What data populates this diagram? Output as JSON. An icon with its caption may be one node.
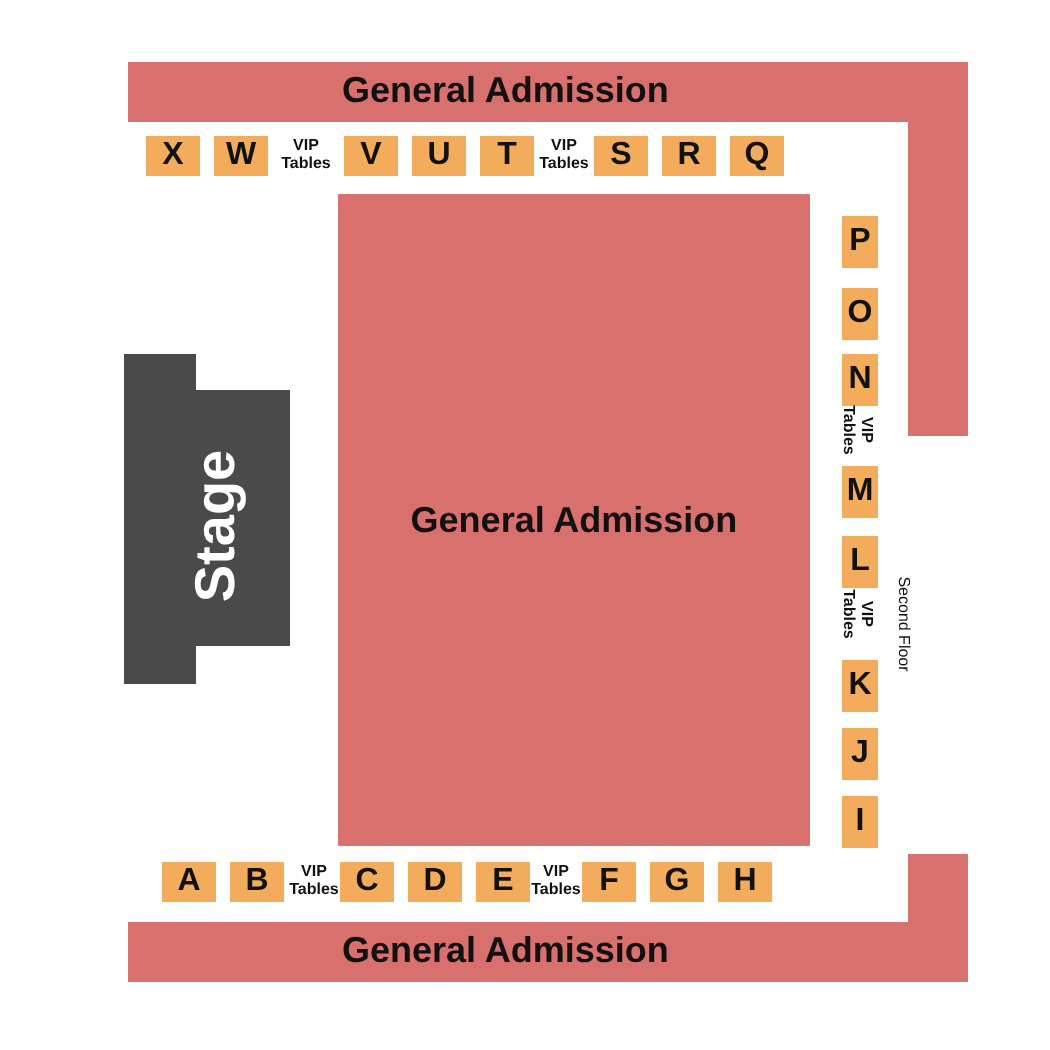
{
  "diagram": {
    "nodes": [
      {
        "text": [
          "General Admission"
        ]
      },
      {
        "text": [
          "X"
        ]
      },
      {
        "text": [
          "W"
        ]
      },
      {
        "text": [
          "V"
        ]
      },
      {
        "text": [
          "U"
        ]
      },
      {
        "text": [
          "T"
        ]
      },
      {
        "text": [
          "S"
        ]
      },
      {
        "text": [
          "R"
        ]
      },
      {
        "text": [
          "Q"
        ]
      },
      {
        "text": [
          "P"
        ]
      },
      {
        "text": [
          "O"
        ]
      },
      {
        "text": [
          "N"
        ]
      },
      {
        "text": [
          "M"
        ]
      },
      {
        "text": [
          "L"
        ]
      },
      {
        "text": [
          "K"
        ]
      },
      {
        "text": [
          "J"
        ]
      },
      {
        "text": [
          "I"
        ]
      },
      {
        "text": [
          "Stage"
        ]
      },
      {
        "text": [
          "General Admission"
        ]
      },
      {
        "text": [
          "A"
        ]
      },
      {
        "text": [
          "B"
        ]
      },
      {
        "text": [
          "C"
        ]
      },
      {
        "text": [
          "D"
        ]
      },
      {
        "text": [
          "E"
        ]
      },
      {
        "text": [
          "F"
        ]
      },
      {
        "text": [
          "G"
        ]
      },
      {
        "text": [
          "H"
        ]
      },
      {
        "text": [
          "General Admission"
        ]
      }
    ],
    "labels": [
      "VIP Tables",
      "VIP Tables",
      "VIP Tables",
      "VIP Tables",
      "Second Floor",
      "VIP Tables",
      "VIP Tables"
    ]
  }
}
